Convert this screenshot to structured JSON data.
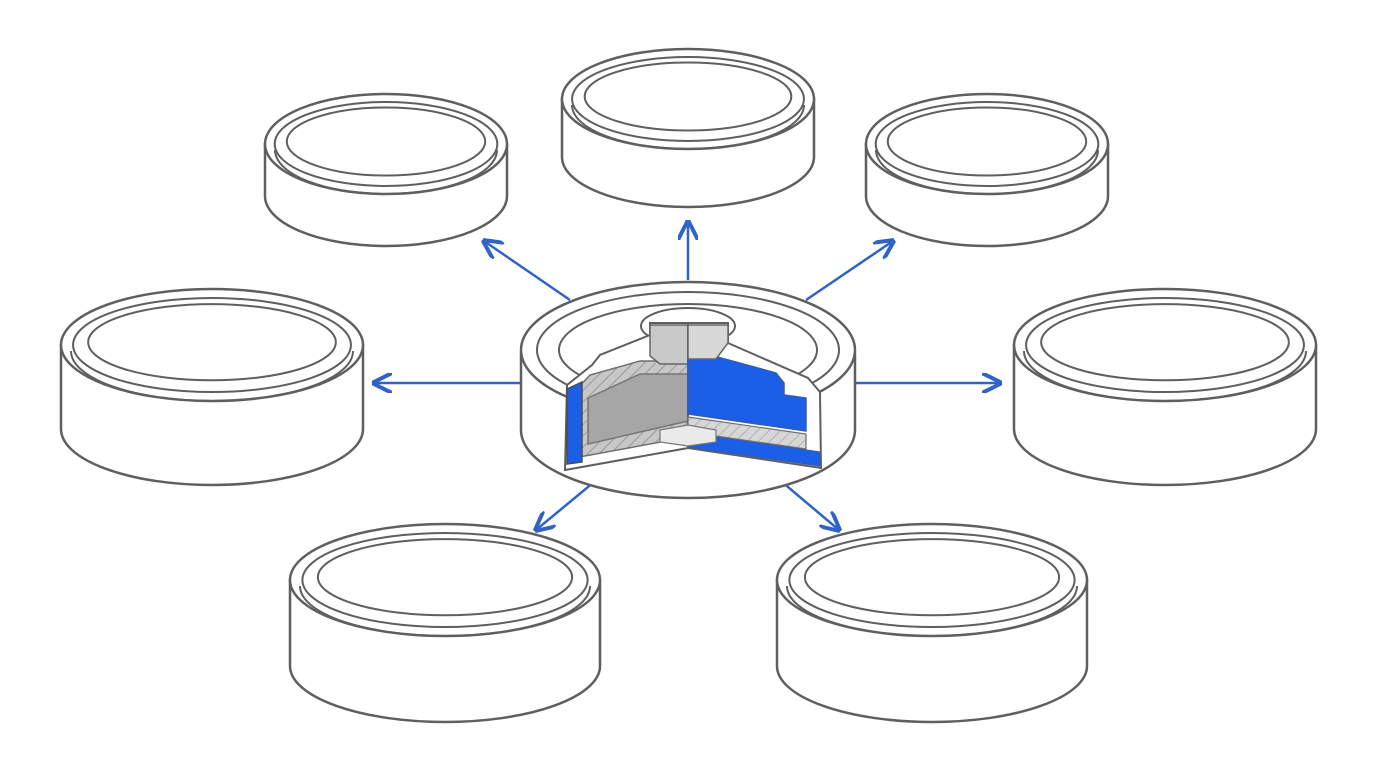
{
  "diagram": {
    "kind": "exploded coin cell cutaway",
    "center_component": "coin-cell-cutaway",
    "surrounding_components": [
      "coin-cell-top-left",
      "coin-cell-top-center",
      "coin-cell-top-right",
      "coin-cell-mid-left",
      "coin-cell-mid-right",
      "coin-cell-bottom-left",
      "coin-cell-bottom-right"
    ],
    "colors": {
      "outline": "#5f5f5f",
      "arrow": "#2f63c8",
      "cutaway_fill": "#1b5ee8",
      "cross_section": "#9f9f9f",
      "background": "#ffffff"
    }
  }
}
